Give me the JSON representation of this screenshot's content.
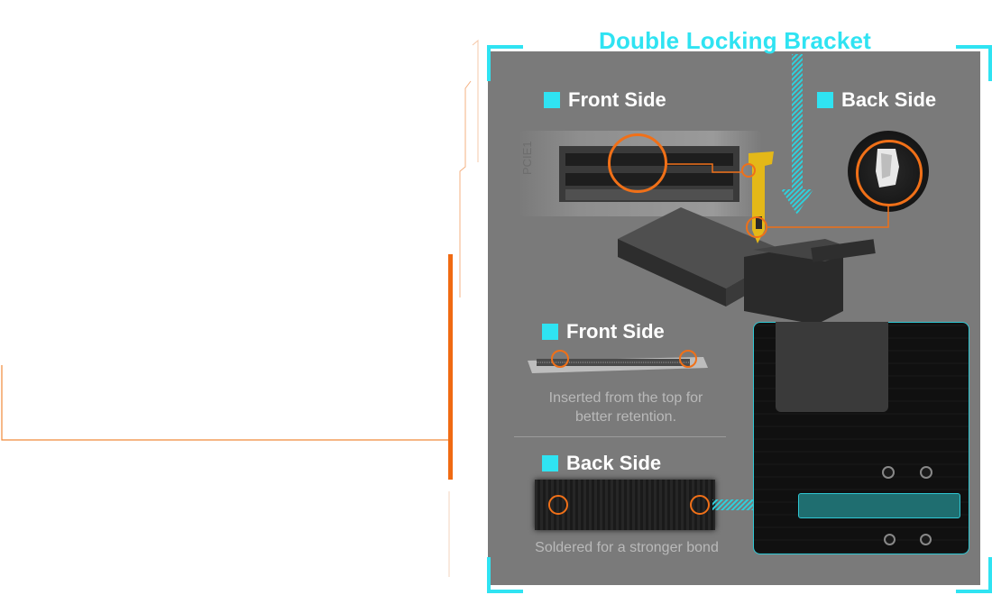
{
  "title": "Double Locking Bracket",
  "slot_view": {
    "front_label": "Front Side",
    "back_label": "Back Side",
    "slot_print": "PCIE1"
  },
  "front_detail": {
    "label": "Front Side",
    "caption_line1": "Inserted from the top for",
    "caption_line2": "better retention."
  },
  "back_detail": {
    "label": "Back Side",
    "caption": "Soldered for a stronger bond"
  },
  "colors": {
    "accent_cyan": "#2fe3f2",
    "accent_orange": "#f07018",
    "panel_gray": "#7a7a7a"
  }
}
